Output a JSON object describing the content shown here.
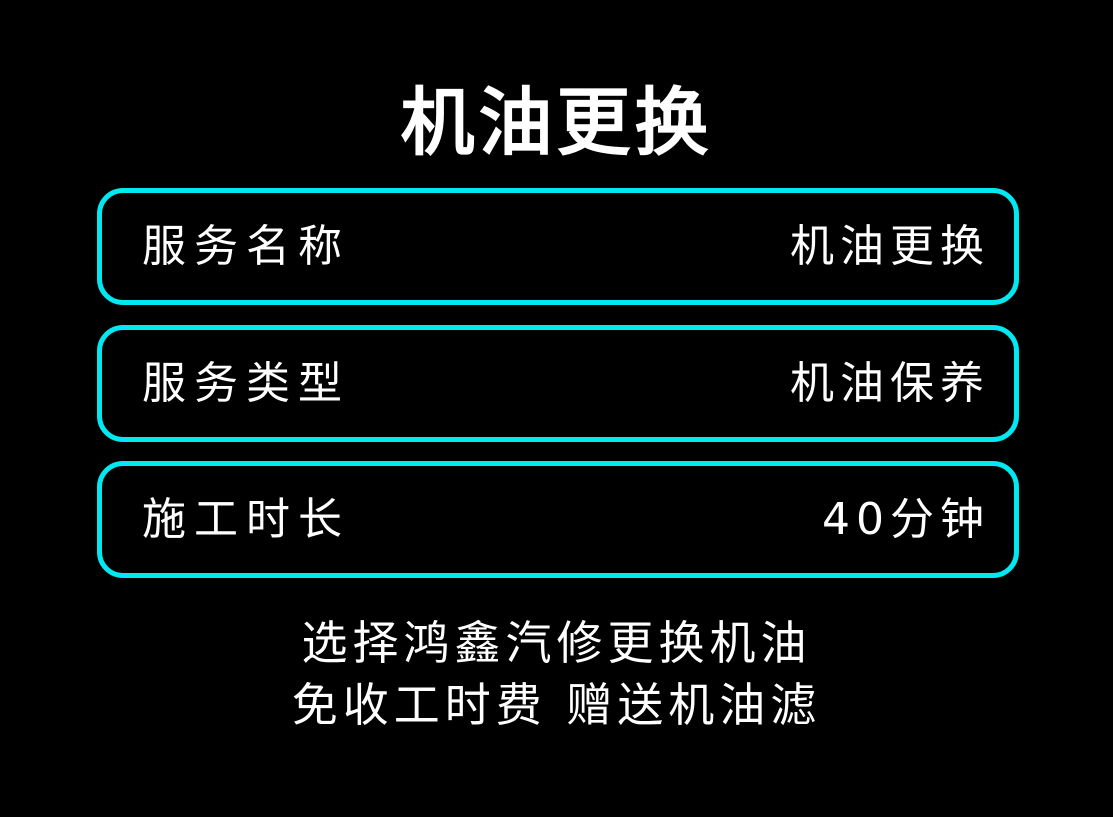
{
  "title": "机油更换",
  "rows": [
    {
      "label": "服务名称",
      "value": "机油更换"
    },
    {
      "label": "服务类型",
      "value": "机油保养"
    },
    {
      "label": "施工时长",
      "value": "40分钟"
    }
  ],
  "footer": {
    "line1": "选择鸿鑫汽修更换机油",
    "line2": "免收工时费 赠送机油滤"
  },
  "colors": {
    "accent": "#00e8f0",
    "background": "#000000"
  }
}
